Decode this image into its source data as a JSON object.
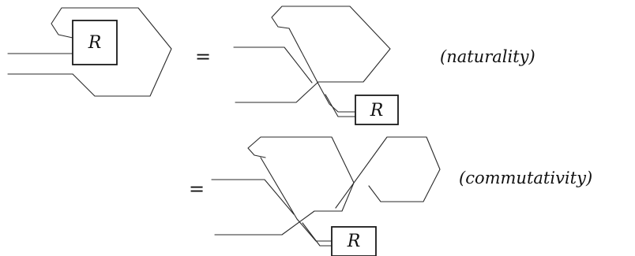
{
  "diagram": {
    "box_label": "R",
    "equals_sign": "=",
    "annotations": {
      "naturality": "(naturality)",
      "commutativity": "(commutativity)"
    }
  }
}
